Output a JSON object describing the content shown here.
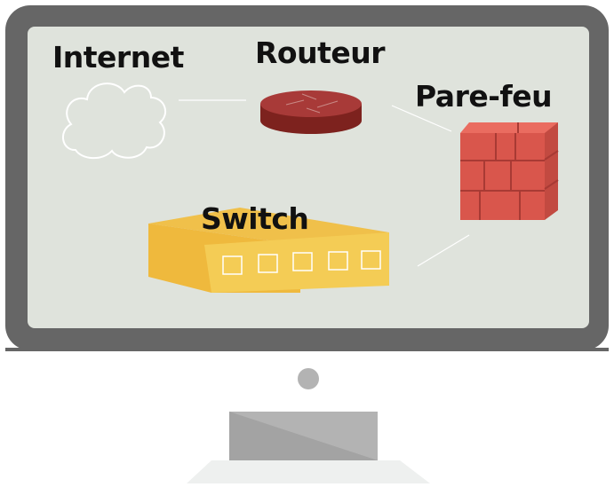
{
  "nodes": {
    "internet": {
      "label": "Internet"
    },
    "router": {
      "label": "Routeur"
    },
    "firewall": {
      "label": "Pare-feu"
    },
    "switch": {
      "label": "Switch"
    }
  },
  "colors": {
    "monitor_frame": "#666666",
    "screen_bg": "#dfe3dc",
    "router_top": "#a83a38",
    "router_side": "#7d221e",
    "firewall_brick": "#d9564c",
    "switch_top": "#f0c04a",
    "switch_front": "#f2cb55",
    "stand": "#b3b3b3"
  },
  "icons": {
    "internet": "cloud-icon",
    "router": "router-icon",
    "firewall": "firewall-icon",
    "switch": "switch-icon"
  }
}
